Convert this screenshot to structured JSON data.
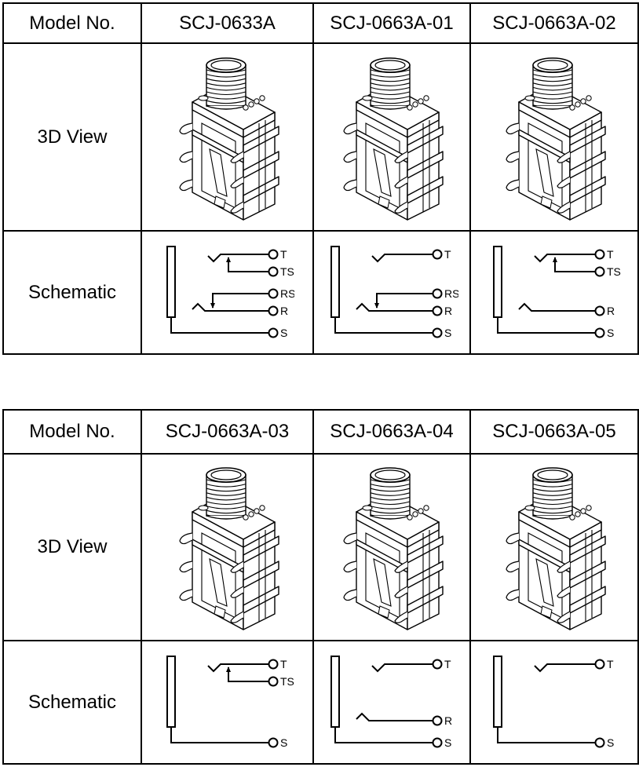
{
  "tables": [
    {
      "header_label": "Model No.",
      "view_label": "3D View",
      "schematic_label": "Schematic",
      "models": [
        {
          "name": "SCJ-0633A",
          "contacts": [
            "T",
            "TS",
            "RS",
            "R",
            "S"
          ],
          "tip_switch": true,
          "ring_switch": true,
          "ring": true
        },
        {
          "name": "SCJ-0663A-01",
          "contacts": [
            "T",
            "RS",
            "R",
            "S"
          ],
          "tip_switch": false,
          "ring_switch": true,
          "ring": true
        },
        {
          "name": "SCJ-0663A-02",
          "contacts": [
            "T",
            "TS",
            "R",
            "S"
          ],
          "tip_switch": true,
          "ring_switch": false,
          "ring": true
        }
      ]
    },
    {
      "header_label": "Model No.",
      "view_label": "3D View",
      "schematic_label": "Schematic",
      "models": [
        {
          "name": "SCJ-0663A-03",
          "contacts": [
            "T",
            "TS",
            "S"
          ],
          "tip_switch": true,
          "ring_switch": false,
          "ring": false
        },
        {
          "name": "SCJ-0663A-04",
          "contacts": [
            "T",
            "R",
            "S"
          ],
          "tip_switch": false,
          "ring_switch": false,
          "ring": true
        },
        {
          "name": "SCJ-0663A-05",
          "contacts": [
            "T",
            "S"
          ],
          "tip_switch": false,
          "ring_switch": false,
          "ring": false
        }
      ]
    }
  ],
  "icons": {
    "jack": "phone-jack-3d-illustration",
    "schematic": "jack-schematic-diagram"
  },
  "colors": {
    "line": "#000000",
    "background": "#ffffff"
  }
}
